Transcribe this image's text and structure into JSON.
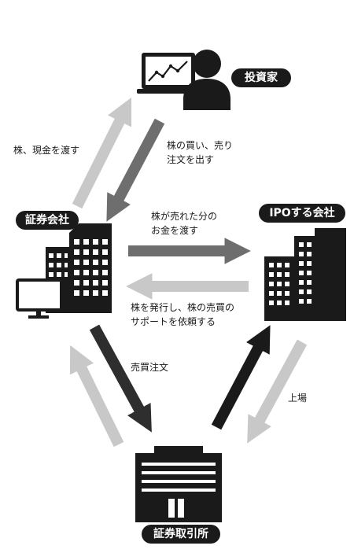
{
  "entities": {
    "investor": "投資家",
    "securities_company": "証券会社",
    "ipo_company": "IPOする会社",
    "stock_exchange": "証券取引所"
  },
  "flows": {
    "securities_to_investor": "株、現金を渡す",
    "investor_to_securities": [
      "株の買い、売り",
      "注文を出す"
    ],
    "securities_to_ipo": [
      "株が売れた分の",
      "お金を渡す"
    ],
    "ipo_to_securities": [
      "株を発行し、株の売買の",
      "サポートを依頼する"
    ],
    "securities_to_exchange": "売買注文",
    "ipo_to_exchange": "上場"
  },
  "colors": {
    "dark": "#1a1a1a",
    "dark_arrow": "#2e2e2e",
    "mid_arrow": "#6e6e6e",
    "light_arrow": "#c8c8c8"
  }
}
